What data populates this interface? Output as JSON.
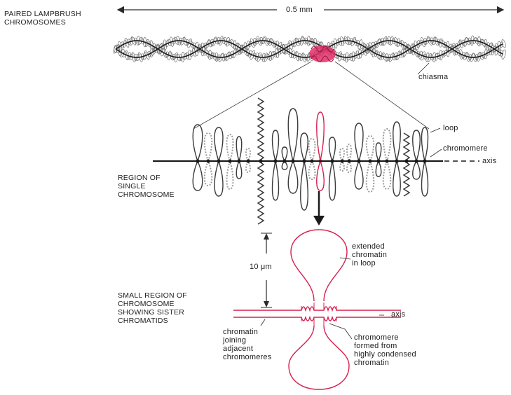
{
  "scale": {
    "label": "0.5 mm"
  },
  "paired": {
    "label": "PAIRED LAMPBRUSH\nCHROMOSOMES"
  },
  "chiasma": {
    "label": "chiasma"
  },
  "loop": {
    "label": "loop"
  },
  "chromomere": {
    "label": "chromomere"
  },
  "axis_top": {
    "label": "axis"
  },
  "region_single": {
    "label": "REGION OF\nSINGLE\nCHROMOSOME"
  },
  "ten_um": {
    "label": "10 μm"
  },
  "extended": {
    "label": "extended\nchromatin\nin loop"
  },
  "small_region": {
    "label": "SMALL REGION OF\nCHROMOSOME\nSHOWING SISTER\nCHROMATIDS"
  },
  "axis_bottom": {
    "label": "axis"
  },
  "joining": {
    "label": "chromatin\njoining\nadjacent\nchromomeres"
  },
  "formed": {
    "label": "chromomere\nformed from\nhighly condensed\nchromatin"
  },
  "colors": {
    "accent": "#d8204f",
    "ink": "#2a2a2a",
    "loop_grey": "#8a8a8a"
  }
}
